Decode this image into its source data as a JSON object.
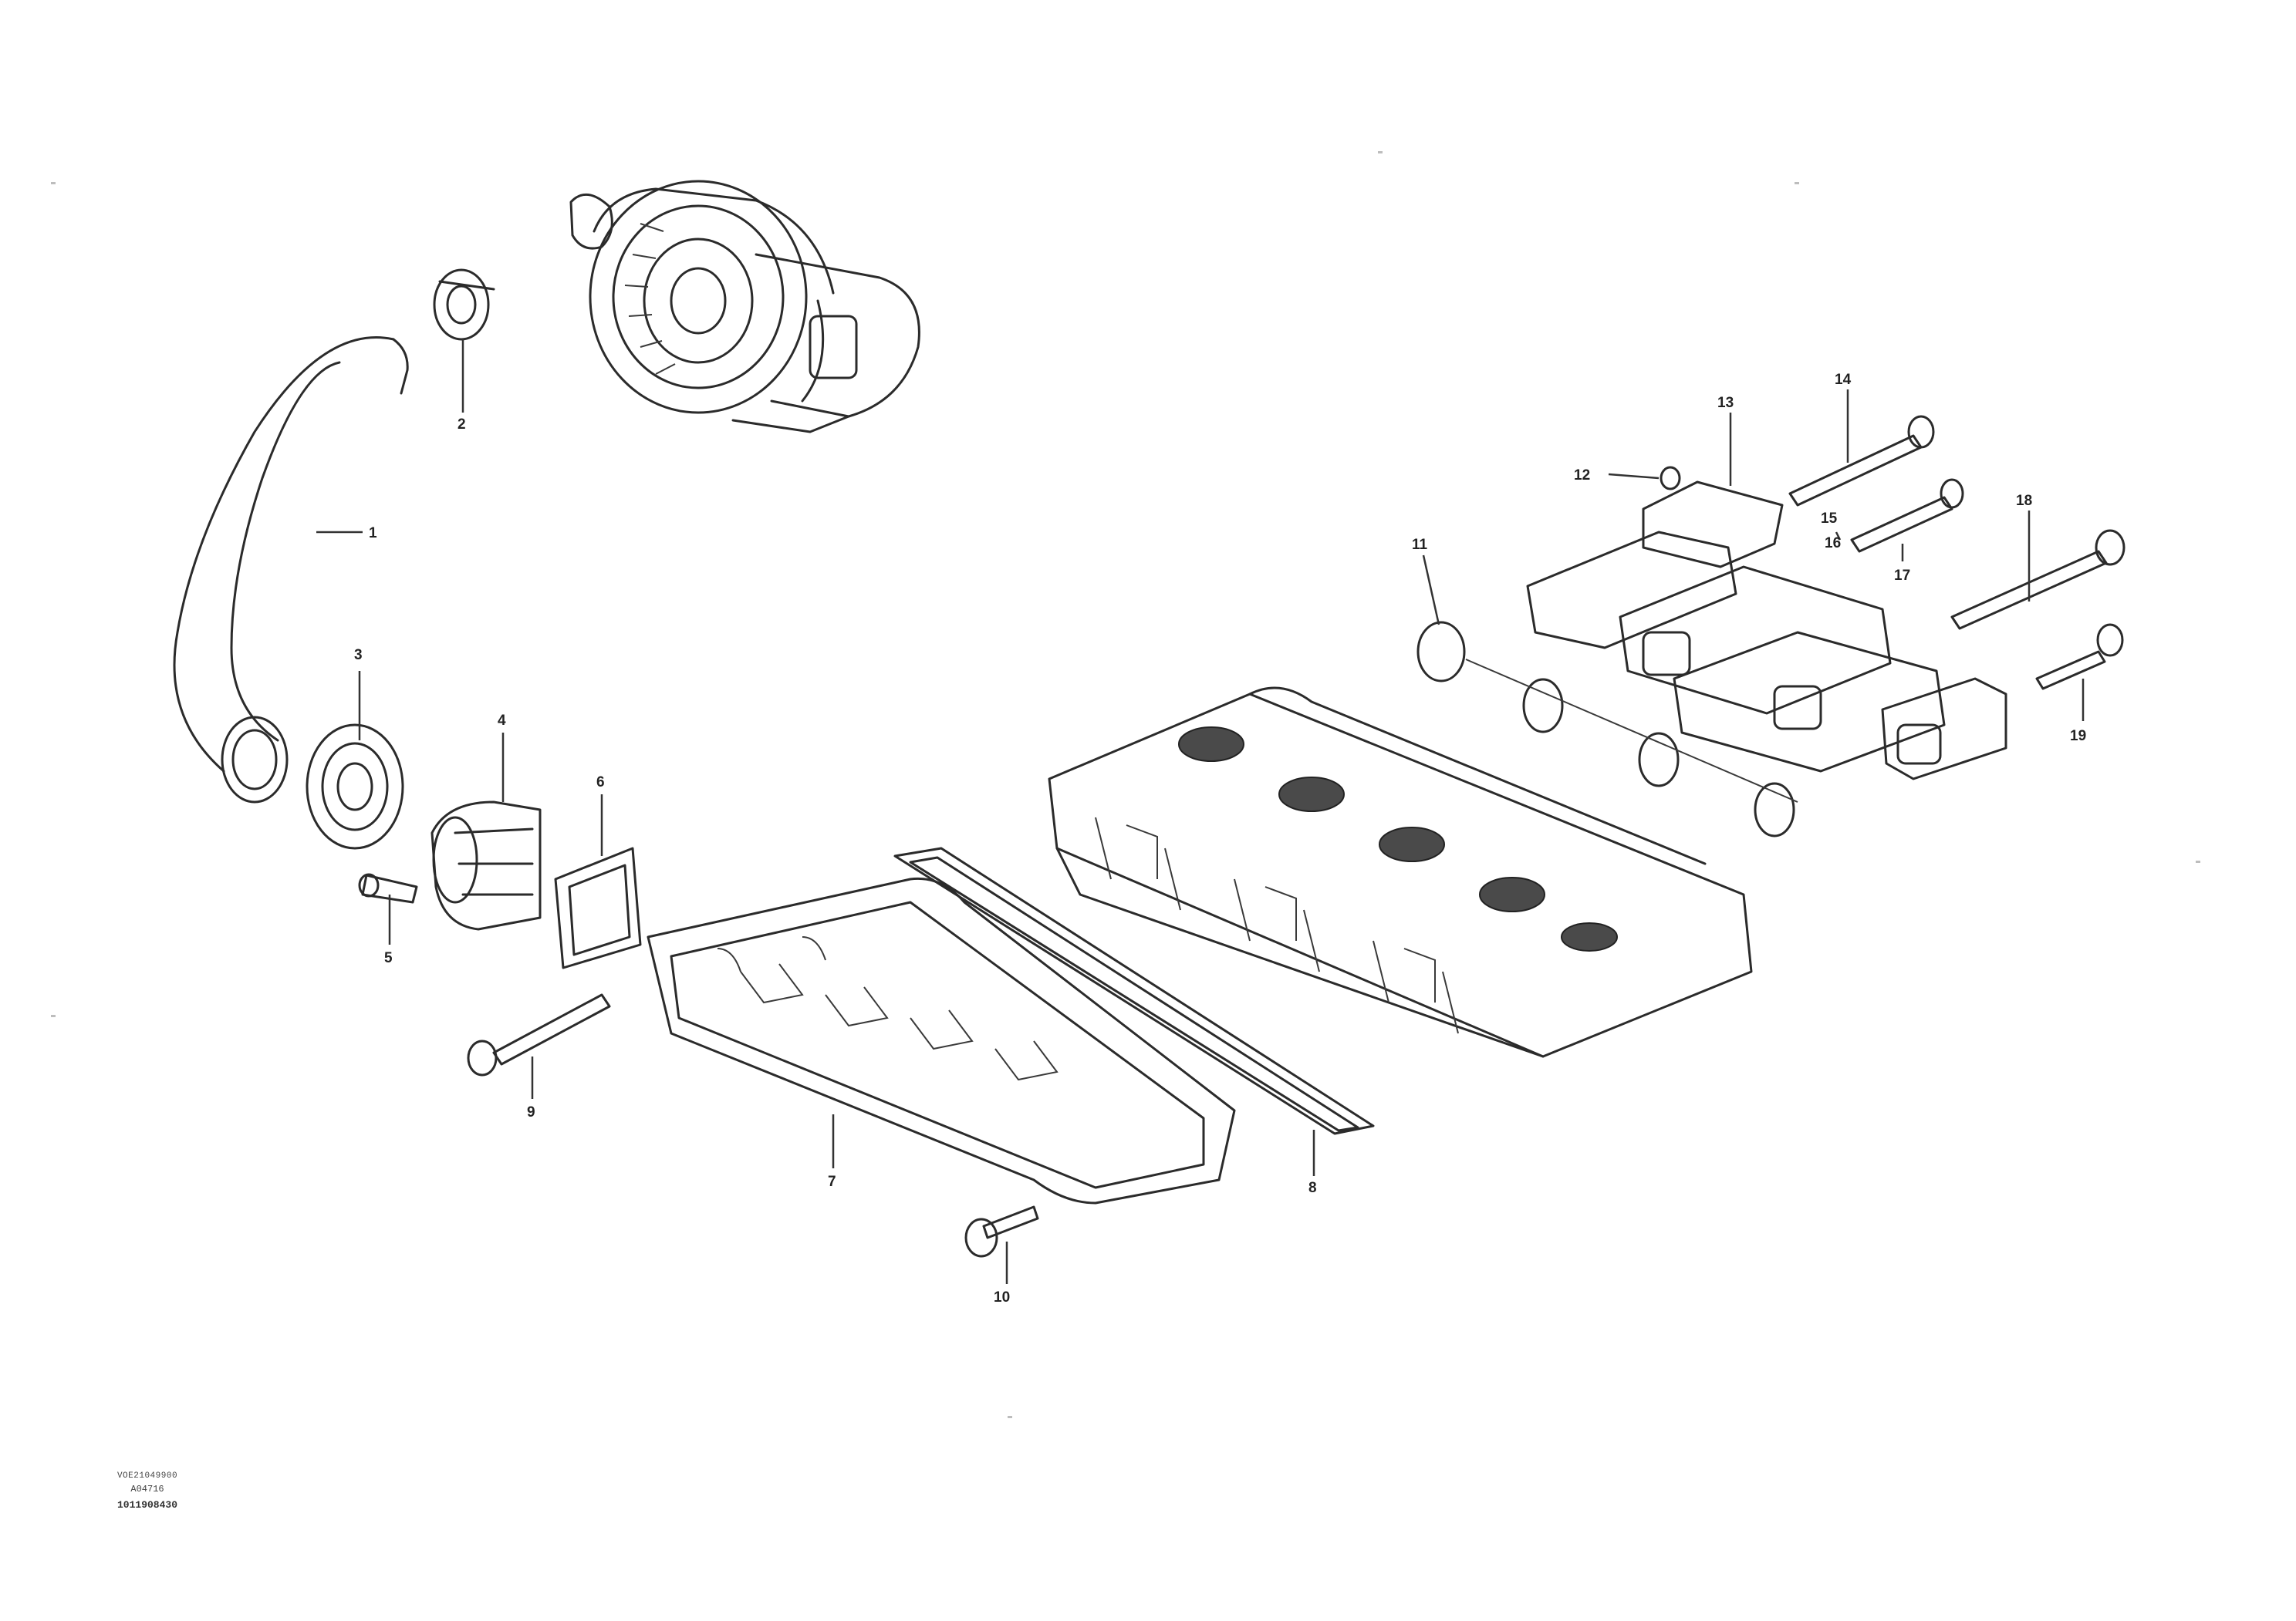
{
  "callouts": {
    "c1": "1",
    "c2": "2",
    "c3": "3",
    "c4": "4",
    "c5": "5",
    "c6": "6",
    "c7": "7",
    "c8": "8",
    "c9": "9",
    "c10": "10",
    "c11": "11",
    "c12": "12",
    "c13": "13",
    "c14": "14",
    "c15": "15",
    "c16": "16",
    "c17": "17",
    "c18": "18",
    "c19": "19"
  },
  "drawing_code": {
    "line1": "VOE21049900",
    "line2": "A04716",
    "line3": "1011908430"
  }
}
